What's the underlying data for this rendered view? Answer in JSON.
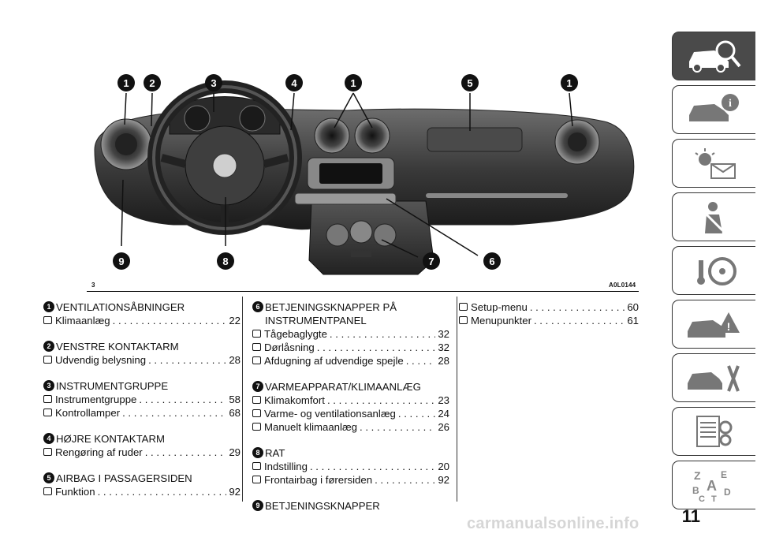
{
  "figure": {
    "number": "3",
    "code": "A0L0144",
    "callouts": [
      "1",
      "2",
      "3",
      "4",
      "1",
      "5",
      "1",
      "9",
      "8",
      "7",
      "6"
    ]
  },
  "sections": [
    {
      "num": "1",
      "title": "VENTILATIONSÅBNINGER",
      "entries": [
        {
          "label": "Klimaanlæg",
          "page": "22"
        }
      ]
    },
    {
      "num": "2",
      "title": "VENSTRE KONTAKTARM",
      "entries": [
        {
          "label": "Udvendig belysning",
          "page": "28"
        }
      ]
    },
    {
      "num": "3",
      "title": "INSTRUMENTGRUPPE",
      "entries": [
        {
          "label": "Instrumentgruppe",
          "page": "58"
        },
        {
          "label": "Kontrollamper",
          "page": "68"
        }
      ]
    },
    {
      "num": "4",
      "title": "HØJRE KONTAKTARM",
      "entries": [
        {
          "label": "Rengøring af ruder",
          "page": "29"
        }
      ]
    },
    {
      "num": "5",
      "title": "AIRBAG I PASSAGERSIDEN",
      "entries": [
        {
          "label": "Funktion",
          "page": "92"
        }
      ]
    },
    {
      "num": "6",
      "title": "BETJENINGSKNAPPER PÅ INSTRUMENTPANEL",
      "entries": [
        {
          "label": "Tågebaglygte",
          "page": "32"
        },
        {
          "label": "Dørlåsning",
          "page": "32"
        },
        {
          "label": "Afdugning af udvendige spejle",
          "page": "28"
        }
      ]
    },
    {
      "num": "7",
      "title": "VARMEAPPARAT/KLIMAANLÆG",
      "entries": [
        {
          "label": "Klimakomfort",
          "page": "23"
        },
        {
          "label": "Varme- og ventilationsanlæg",
          "page": "24"
        },
        {
          "label": "Manuelt klimaanlæg",
          "page": "26"
        }
      ]
    },
    {
      "num": "8",
      "title": "RAT",
      "entries": [
        {
          "label": "Indstilling",
          "page": "20"
        },
        {
          "label": "Frontairbag i førersiden",
          "page": "92"
        }
      ]
    },
    {
      "num": "9",
      "title": "BETJENINGSKNAPPER",
      "entries": []
    },
    {
      "num": "",
      "title": "",
      "entries": [
        {
          "label": "Setup-menu",
          "page": "60"
        },
        {
          "label": "Menupunkter",
          "page": "61"
        }
      ]
    }
  ],
  "page_number": "11",
  "watermark": "carmanualsonline.info",
  "tabs": [
    {
      "icon": "car-search-icon",
      "active": true
    },
    {
      "icon": "car-info-icon",
      "active": false
    },
    {
      "icon": "warning-lights-icon",
      "active": false
    },
    {
      "icon": "seatbelt-airbag-icon",
      "active": false
    },
    {
      "icon": "steering-key-icon",
      "active": false
    },
    {
      "icon": "car-warning-icon",
      "active": false
    },
    {
      "icon": "car-service-icon",
      "active": false
    },
    {
      "icon": "specs-list-icon",
      "active": false
    },
    {
      "icon": "alphabet-index-icon",
      "active": false
    }
  ]
}
